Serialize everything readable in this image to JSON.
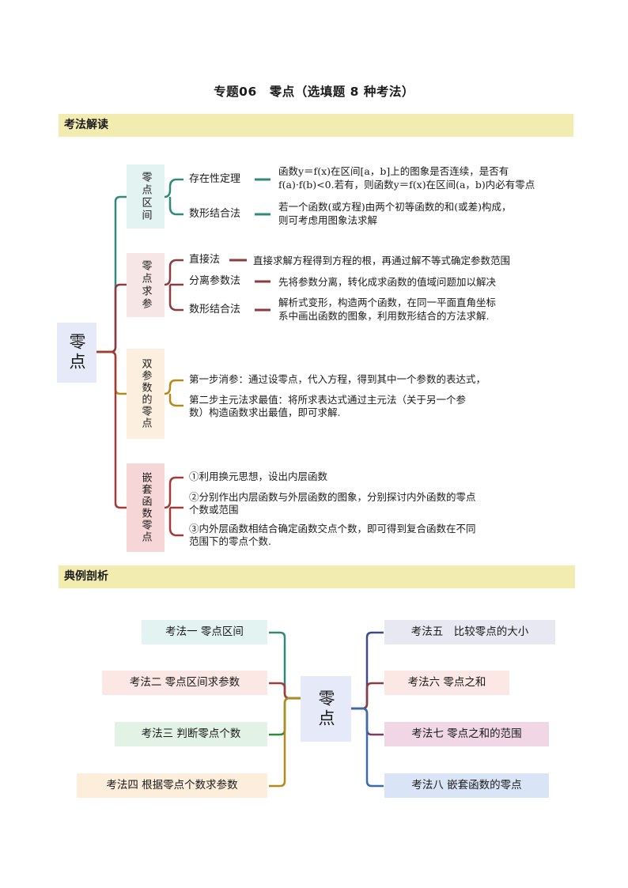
{
  "title": "专题06　零点（选填题 8 种考法）",
  "section1": "考法解读",
  "section2": "典例剖析",
  "root": "零点",
  "branches": [
    {
      "label": "零点区间",
      "items": [
        {
          "label": "存在性定理",
          "lines": [
            "函数y＝f(x)在区间[a，b]上的图象是否连续，是否有",
            "f(a)·f(b)<0.若有，则函数y＝f(x)在区间(a，b)内必有零点"
          ]
        },
        {
          "label": "数形结合法",
          "lines": [
            "若一个函数(或方程)由两个初等函数的和(或差)构成，",
            "则可考虑用图象法求解"
          ]
        }
      ]
    },
    {
      "label": "零点求参",
      "items": [
        {
          "label": "直接法",
          "lines": [
            "直接求解方程得到方程的根，再通过解不等式确定参数范围"
          ]
        },
        {
          "label": "分离参数法",
          "lines": [
            "先将参数分离，转化成求函数的值域问题加以解决"
          ]
        },
        {
          "label": "数形结合法",
          "lines": [
            "解析式变形，构造两个函数，在同一平面直角坐标",
            "系中画出函数的图象，利用数形结合的方法求解."
          ]
        }
      ]
    },
    {
      "label": "双参数的零点",
      "lines": [
        "第一步消参：通过设零点，代入方程，得到其中一个参数的表达式，",
        "第二步主元法求最值：将所求表达式通过主元法（关于另一个参",
        "数）构造函数求出最值，即可求解."
      ]
    },
    {
      "label": "嵌套函数零点",
      "lines": [
        "①利用换元思想，设出内层函数",
        "②分别作出内层函数与外层函数的图象，分别探讨内外函数的零点",
        "个数或范围",
        "③内外层函数相结合确定函数交点个数，即可得到复合函数在不同",
        "范围下的零点个数."
      ]
    }
  ],
  "methods_left": [
    "考法一  零点区间",
    "考法二  零点区间求参数",
    "考法三  判断零点个数",
    "考法四  根据零点个数求参数"
  ],
  "methods_right": [
    "考法五　比较零点的大小",
    "考法六  零点之和",
    "考法七  零点之和的范围",
    "考法八  嵌套函数的零点"
  ],
  "colors": {
    "teal": "#2f8a7c",
    "maroon": "#8e3b3f",
    "gold": "#b38a1a",
    "red": "#a33a36",
    "green": "#2a8a3e",
    "navy": "#3a4a8a",
    "purple": "#7a3a6a",
    "blue": "#3a6ab0",
    "highlight": "#f3ecb0",
    "root_bg": "#e6eaf8"
  }
}
